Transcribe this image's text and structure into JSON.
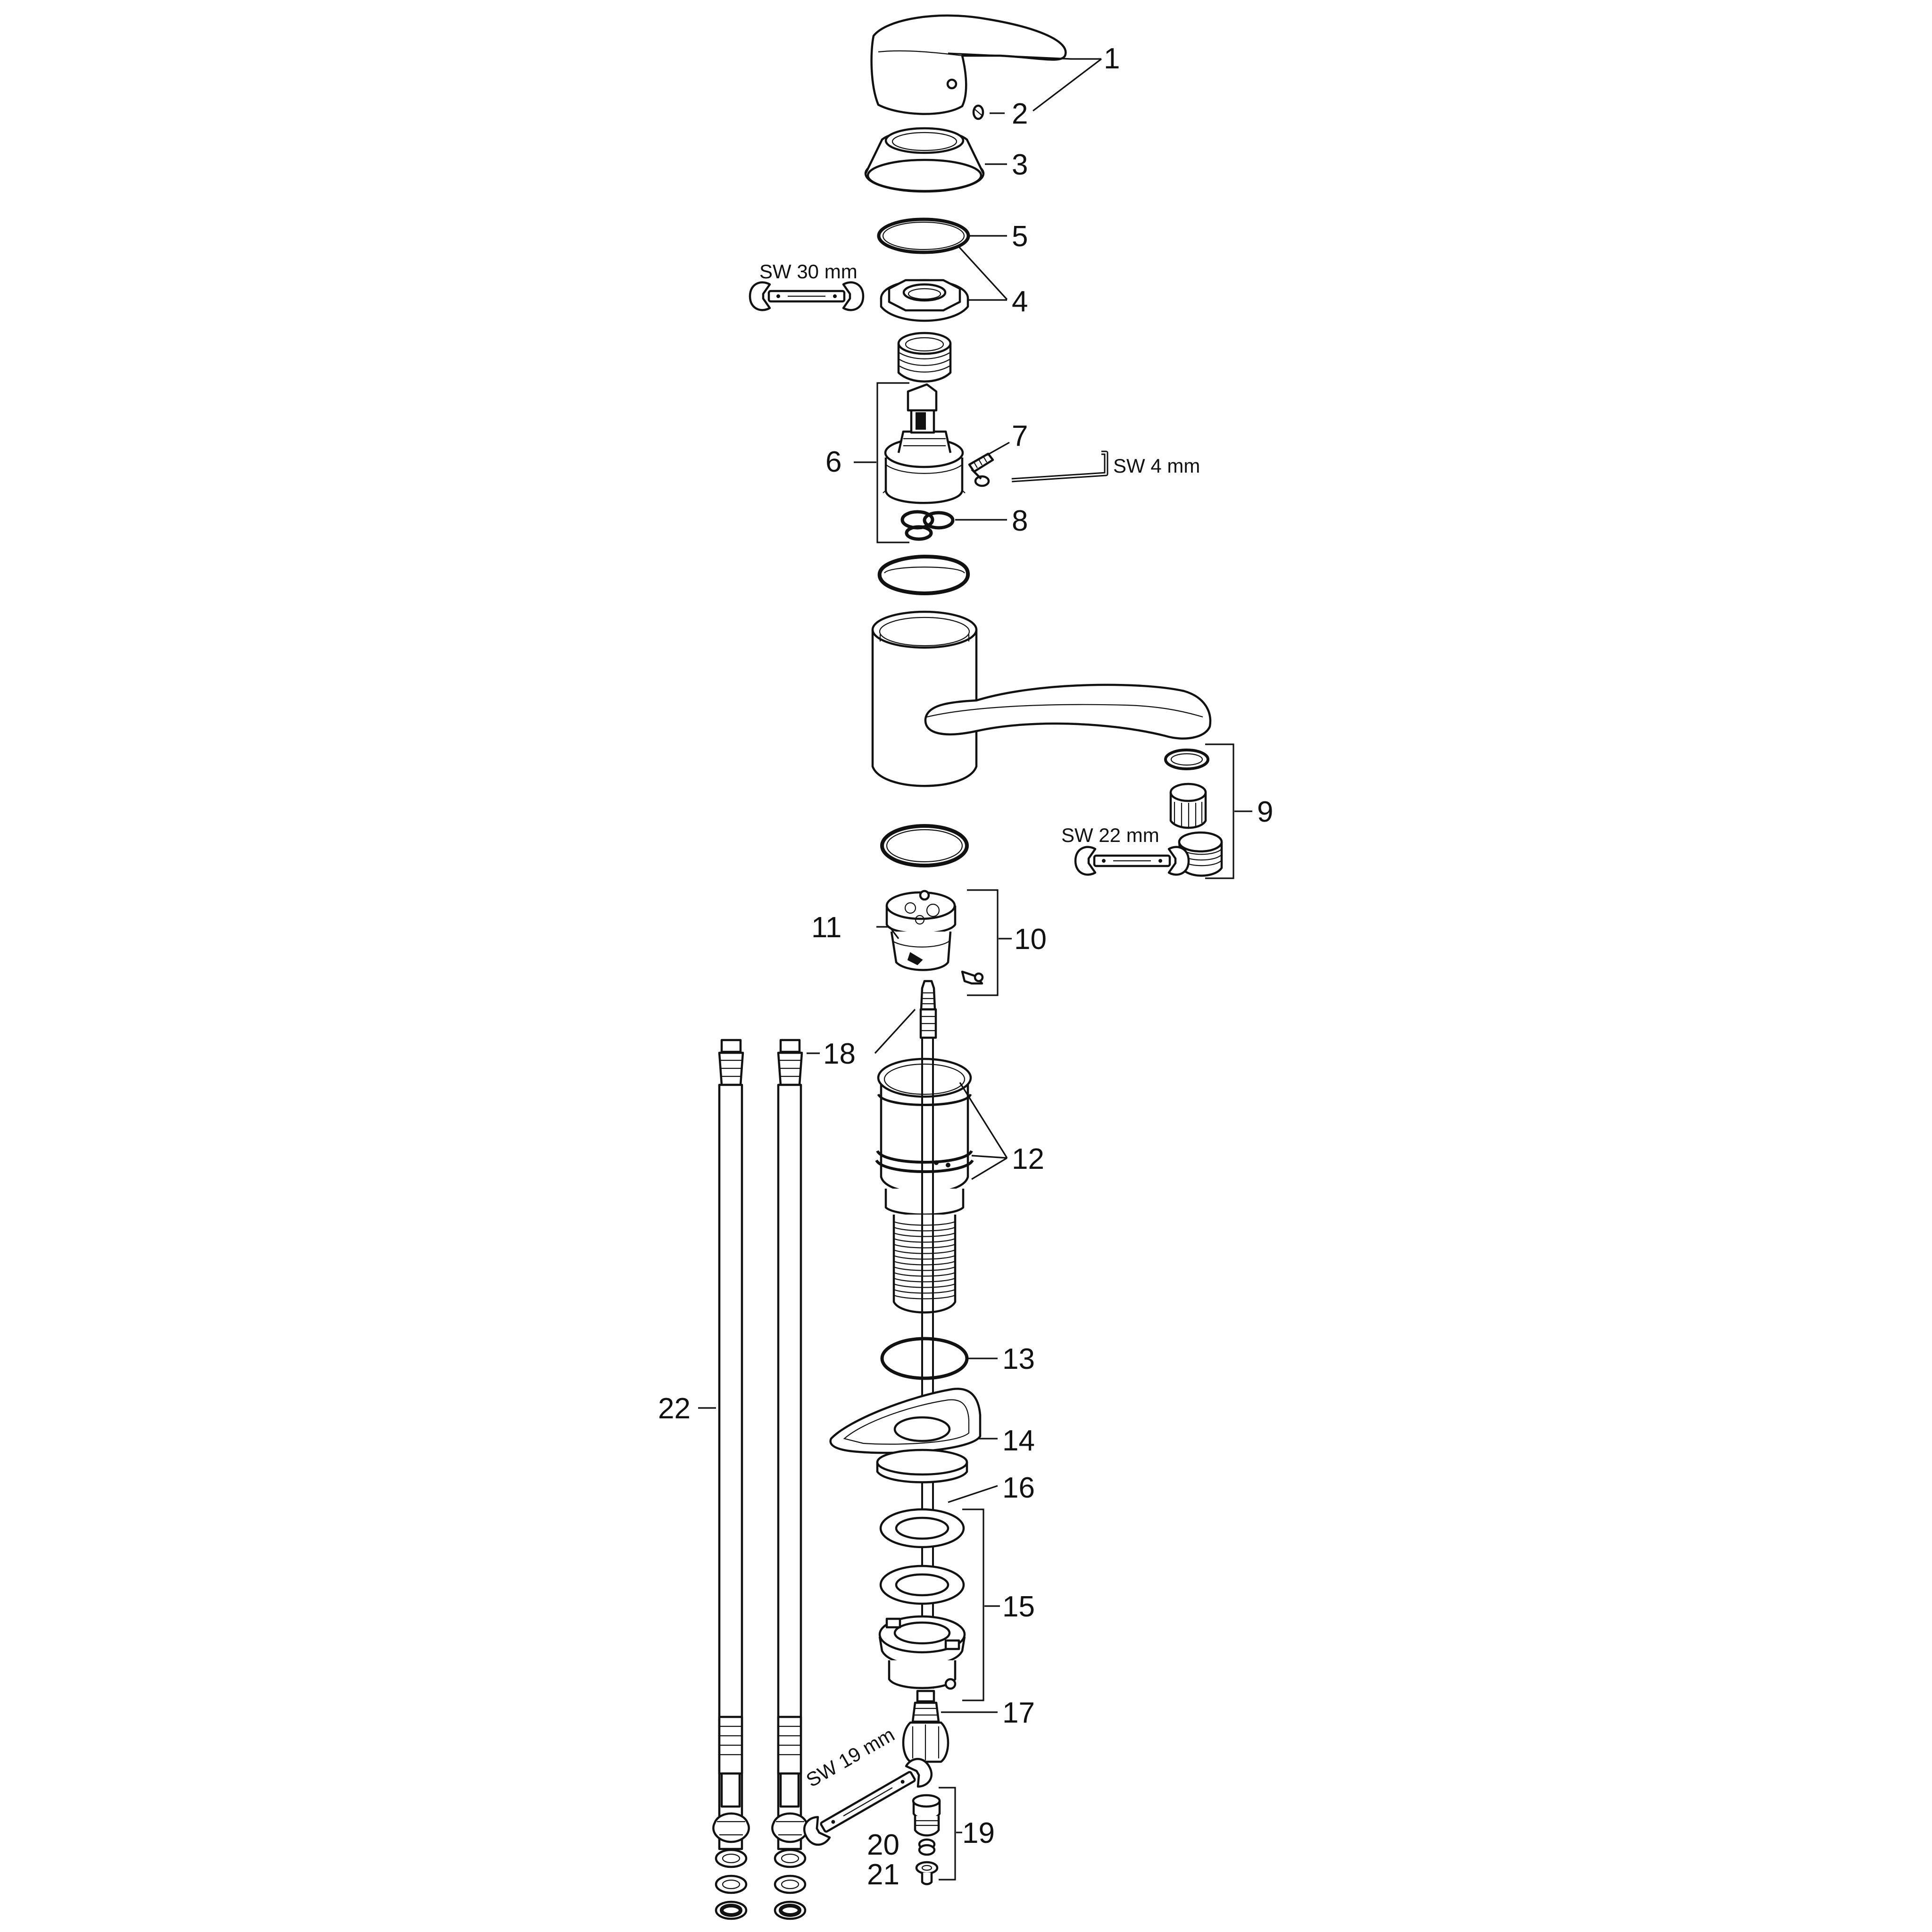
{
  "colors": {
    "line": "#111111",
    "background": "#ffffff"
  },
  "callouts": [
    {
      "id": "1",
      "text": "1"
    },
    {
      "id": "2",
      "text": "2"
    },
    {
      "id": "3",
      "text": "3"
    },
    {
      "id": "5",
      "text": "5"
    },
    {
      "id": "4",
      "text": "4"
    },
    {
      "id": "7",
      "text": "7"
    },
    {
      "id": "6",
      "text": "6"
    },
    {
      "id": "8",
      "text": "8"
    },
    {
      "id": "9",
      "text": "9"
    },
    {
      "id": "11",
      "text": "11"
    },
    {
      "id": "10",
      "text": "10"
    },
    {
      "id": "18",
      "text": "18"
    },
    {
      "id": "12",
      "text": "12"
    },
    {
      "id": "13",
      "text": "13"
    },
    {
      "id": "22",
      "text": "22"
    },
    {
      "id": "14",
      "text": "14"
    },
    {
      "id": "16",
      "text": "16"
    },
    {
      "id": "15",
      "text": "15"
    },
    {
      "id": "17",
      "text": "17"
    },
    {
      "id": "19",
      "text": "19"
    },
    {
      "id": "20",
      "text": "20"
    },
    {
      "id": "21",
      "text": "21"
    }
  ],
  "tools": [
    {
      "id": "sw30",
      "label": "SW 30 mm",
      "icon": "open-end-wrench-icon"
    },
    {
      "id": "sw4",
      "label": "SW 4 mm",
      "icon": "hex-key-icon"
    },
    {
      "id": "sw22",
      "label": "SW 22 mm",
      "icon": "open-end-wrench-icon"
    },
    {
      "id": "sw19",
      "label": "SW 19 mm",
      "icon": "open-end-wrench-icon"
    }
  ]
}
